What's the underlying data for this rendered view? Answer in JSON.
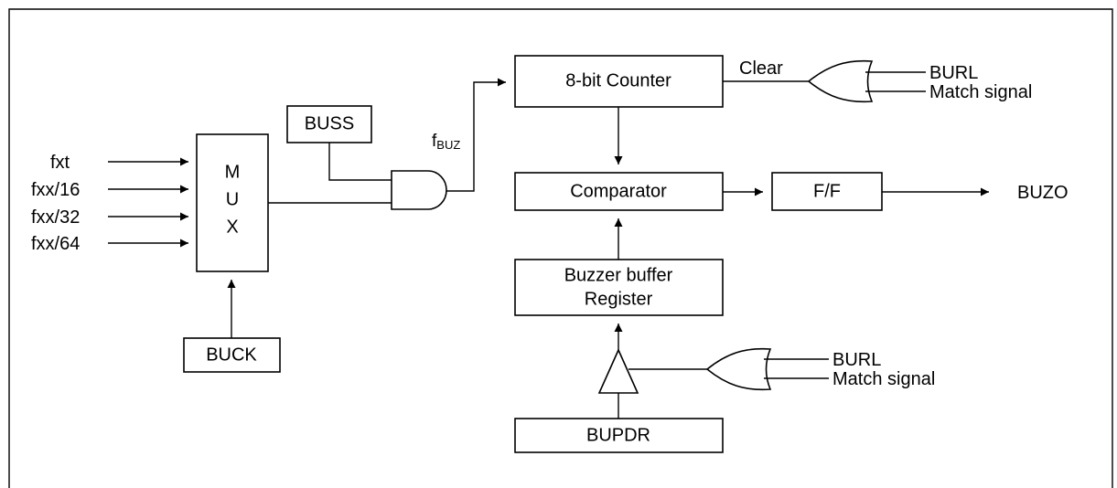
{
  "inputs": {
    "fxt": "fxt",
    "fxx16": "fxx/16",
    "fxx32": "fxx/32",
    "fxx64": "fxx/64"
  },
  "blocks": {
    "mux_m": "M",
    "mux_u": "U",
    "mux_x": "X",
    "buck": "BUCK",
    "buss": "BUSS",
    "counter": "8-bit Counter",
    "comparator": "Comparator",
    "ff": "F/F",
    "buffer_line1": "Buzzer buffer",
    "buffer_line2": "Register",
    "bupdr": "BUPDR"
  },
  "signals": {
    "fbuz_main": "f",
    "fbuz_sub": "BUZ",
    "clear": "Clear",
    "buzo": "BUZO",
    "burl_top": "BURL",
    "match_top": "Match signal",
    "burl_bottom": "BURL",
    "match_bottom": "Match signal"
  }
}
